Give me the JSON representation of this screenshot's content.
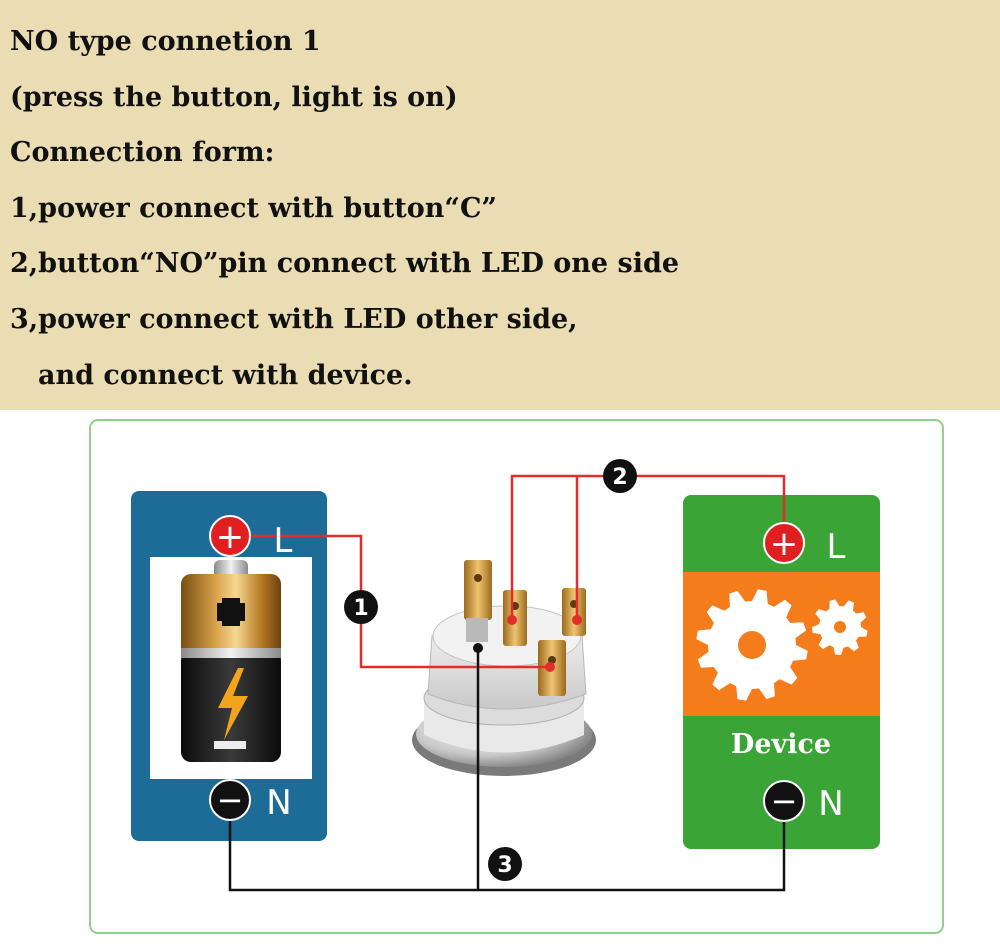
{
  "header": {
    "lines": [
      "NO type connetion 1",
      "(press the button, light is on)",
      "Connection form:",
      "1,power connect with button“C”",
      "2,button“NO”pin connect with LED one side",
      "3,power connect with LED other side,",
      "and connect with device."
    ],
    "background": "#eadcb3"
  },
  "diagram": {
    "power": {
      "plus_symbol": "+",
      "plus_label": "L",
      "minus_symbol": "−",
      "minus_label": "N",
      "panel_color": "#1d6c98"
    },
    "device": {
      "plus_symbol": "+",
      "plus_label": "L",
      "minus_symbol": "−",
      "minus_label": "N",
      "label": "Device",
      "panel_color": "#3aa536",
      "gear_band_color": "#f47c1a"
    },
    "markers": [
      "1",
      "2",
      "3"
    ],
    "colors": {
      "wire_red": "#e32c2c",
      "wire_black": "#111111",
      "frame_border": "#8fd08a",
      "terminal_red": "#e02020"
    },
    "icons": [
      "battery-icon",
      "lightning-icon",
      "gear-icon",
      "push-button-switch-icon"
    ]
  }
}
